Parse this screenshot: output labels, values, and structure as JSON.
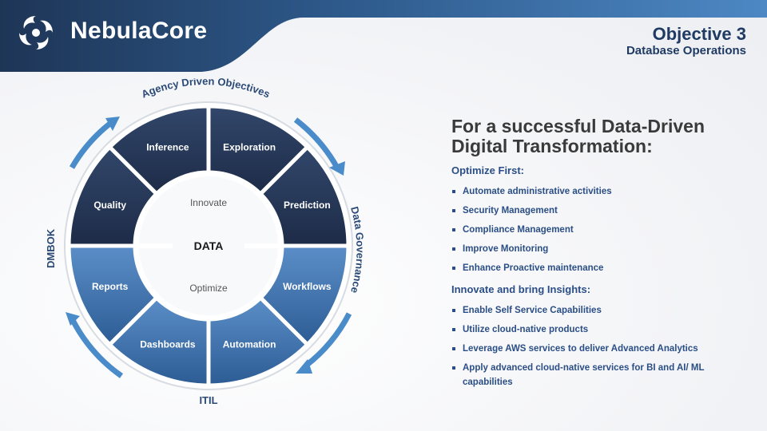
{
  "brand": {
    "name": "NebulaCore",
    "logo_icon": "nebula-swirl-icon"
  },
  "objective": {
    "title": "Objective 3",
    "subtitle": "Database Operations"
  },
  "diagram": {
    "outer_labels": {
      "top": "Agency Driven Objectives",
      "right": "Data Governance",
      "bottom": "ITIL",
      "left": "DMBOK"
    },
    "segments": {
      "inference": "Inference",
      "exploration": "Exploration",
      "prediction": "Prediction",
      "workflows": "Workflows",
      "automation": "Automation",
      "dashboards": "Dashboards",
      "reports": "Reports",
      "quality": "Quality"
    },
    "inner": {
      "top": "Innovate",
      "center": "DATA",
      "bottom": "Optimize"
    },
    "colors": {
      "dark_navy": "#253656",
      "mid_blue": "#3d6ea9",
      "arrow_blue": "#4a8bc9"
    }
  },
  "content": {
    "headline_line1": "For a successful Data-Driven",
    "headline_line2": "Digital Transformation:",
    "section1": {
      "title": "Optimize First:",
      "items": [
        "Automate administrative activities",
        "Security Management",
        "Compliance Management",
        "Improve Monitoring",
        "Enhance Proactive maintenance"
      ]
    },
    "section2": {
      "title": "Innovate and bring Insights:",
      "items": [
        "Enable Self Service Capabilities",
        "Utilize cloud-native products",
        "Leverage AWS services to deliver Advanced Analytics",
        "Apply advanced cloud-native services for BI and AI/ ML capabilities"
      ]
    }
  }
}
